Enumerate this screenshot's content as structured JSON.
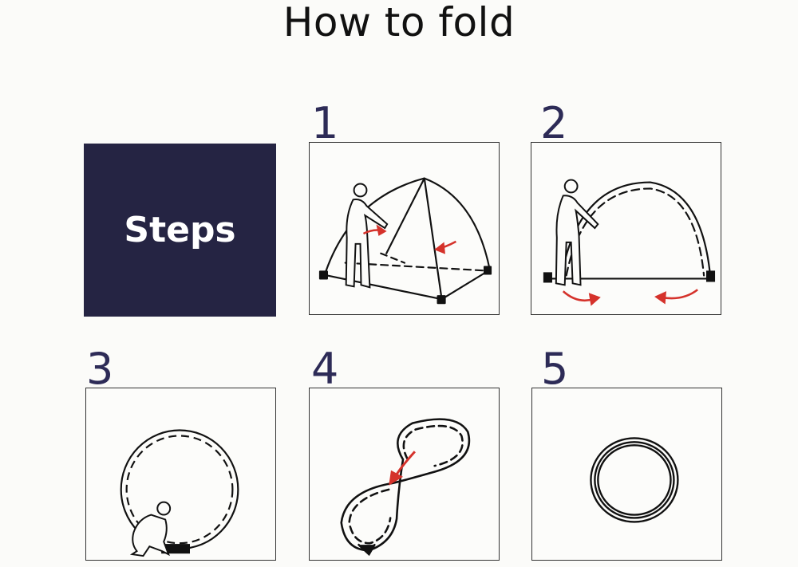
{
  "title": "How to fold",
  "steps_label": "Steps",
  "steps": [
    {
      "number": "1"
    },
    {
      "number": "2"
    },
    {
      "number": "3"
    },
    {
      "number": "4"
    },
    {
      "number": "5"
    }
  ],
  "colors": {
    "steps_box": "#252443",
    "step_numbers": "#2d2b57",
    "arrows": "#d5322b",
    "lines": "#111111"
  },
  "icons": [
    "person-collapsing-tent-figure",
    "dome-tent-figure",
    "bending-arch-figure",
    "crouching-person-figure",
    "twisted-figure-eight-figure",
    "folded-ring-figure",
    "red-curved-arrow"
  ]
}
